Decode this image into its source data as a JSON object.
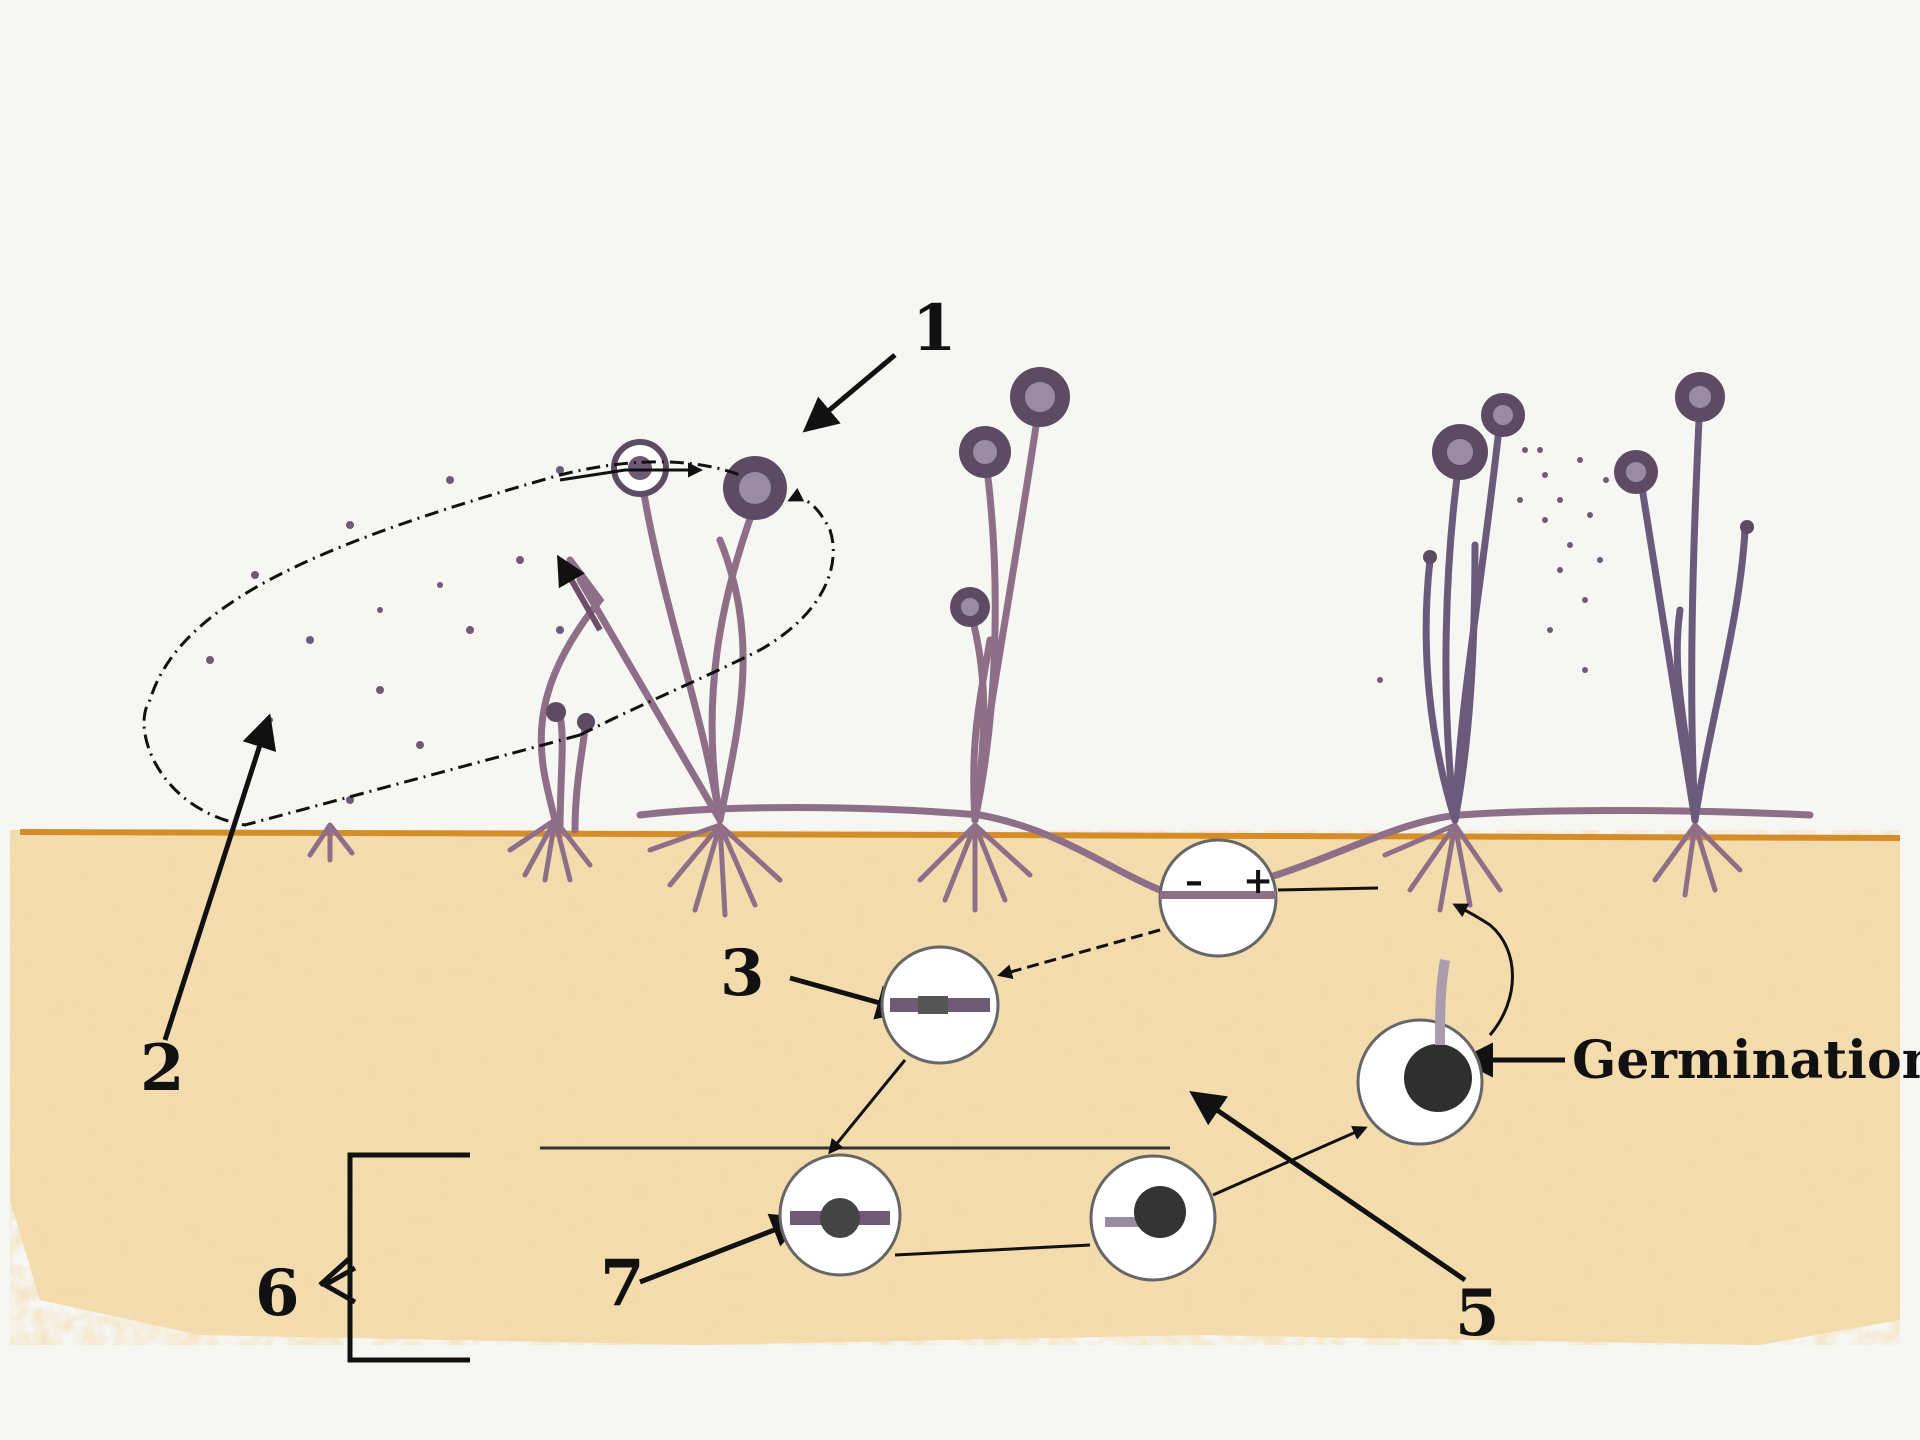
{
  "labels": {
    "l1": "1",
    "l2": "2",
    "l3": "3",
    "l5": "5",
    "l6": "6",
    "l7": "7",
    "germination": "Germination"
  },
  "colors": {
    "background": "#f6f6f3",
    "soil": "#f1d9a8",
    "soil_speckle": "#e6b66c",
    "soil_line": "#d58d2a",
    "hypha": "#8f6f88",
    "sporangium": "#5d4a63",
    "ink": "#111111"
  }
}
